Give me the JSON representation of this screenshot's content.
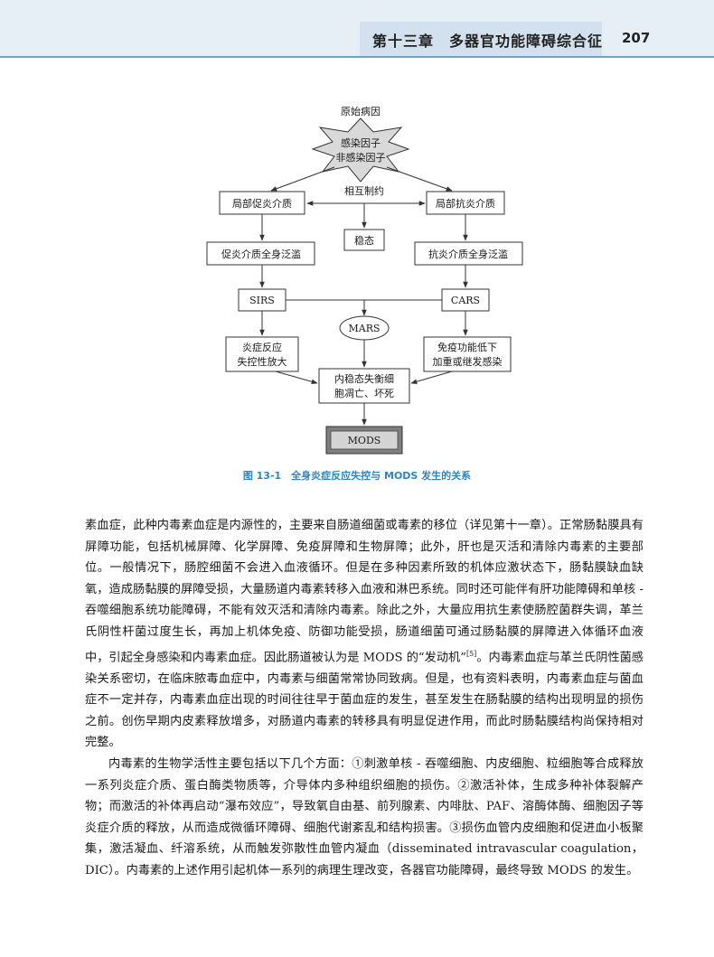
{
  "header": {
    "chapter_title": "第十三章　多器官功能障碍综合征",
    "page_number": "207"
  },
  "diagram": {
    "original_cause_label": "原始病因",
    "star_line1": "感染因子",
    "star_line2": "非感染因子",
    "mutual_restriction": "相互制约",
    "local_proinflammatory": "局部促炎介质",
    "local_antiinflammatory": "局部抗炎介质",
    "homeostasis": "稳态",
    "pro_systemic": "促炎介质全身泛滥",
    "anti_systemic": "抗炎介质全身泛滥",
    "sirs": "SIRS",
    "cars": "CARS",
    "mars": "MARS",
    "inflammation_line1": "炎症反应",
    "inflammation_line2": "失控性放大",
    "immune_line1": "免疫功能低下",
    "immune_line2": "加重或继发感染",
    "homeo_line1": "内稳态失衡细",
    "homeo_line2": "胞凋亡、坏死",
    "mods": "MODS",
    "caption": "图 13-1　全身炎症反应失控与 MODS 发生的关系"
  },
  "body": {
    "p1_a": "素血症，此种内毒素血症是内源性的，主要来自肠道细菌或毒素的移位（详见第十一章）。正常肠黏膜具有屏障功能，包括机械屏障、化学屏障、免疫屏障和生物屏障；此外，肝也是灭活和清除内毒素的主要部位。一般情况下，肠腔细菌不会进入血液循环。但是在多种因素所致的机体应激状态下，肠黏膜缺血缺氧，造成肠黏膜的屏障受损，大量肠道内毒素转移入血液和淋巴系统。同时还可能伴有肝功能障碍和单核 - 吞噬细胞系统功能障碍，不能有效灭活和清除内毒素。除此之外，大量应用抗生素使肠腔菌群失调，革兰氏阴性杆菌过度生长，再加上机体免疫、防御功能受损，肠道细菌可通过肠黏膜的屏障进入体循环血液中，引起全身感染和内毒素血症。因此肠道被认为是 MODS 的“发动机”",
    "p1_ref": "[5]",
    "p1_b": "。内毒素血症与革兰氏阴性菌感染关系密切，在临床脓毒血症中，内毒素与细菌常常协同致病。但是，也有资料表明，内毒素血症与菌血症不一定并存，内毒素血症出现的时间往往早于菌血症的发生，甚至发生在肠黏膜的结构出现明显的损伤之前。创伤早期内皮素释放增多，对肠道内毒素的转移具有明显促进作用，而此时肠黏膜结构尚保持相对完整。",
    "p2": "内毒素的生物学活性主要包括以下几个方面：①刺激单核 - 吞噬细胞、内皮细胞、粒细胞等合成释放一系列炎症介质、蛋白酶类物质等，介导体内多种组织细胞的损伤。②激活补体，生成多种补体裂解产物；而激活的补体再启动“瀑布效应”，导致氧自由基、前列腺素、内啡肽、PAF、溶酶体酶、细胞因子等炎症介质的释放，从而造成微循环障碍、细胞代谢紊乱和结构损害。③损伤血管内皮细胞和促进血小板聚集，激活凝血、纤溶系统，从而触发弥散性血管内凝血（disseminated intravascular coagulation，DIC）。内毒素的上述作用引起机体一系列的病理生理改变，各器官功能障碍，最终导致 MODS 的发生。"
  }
}
